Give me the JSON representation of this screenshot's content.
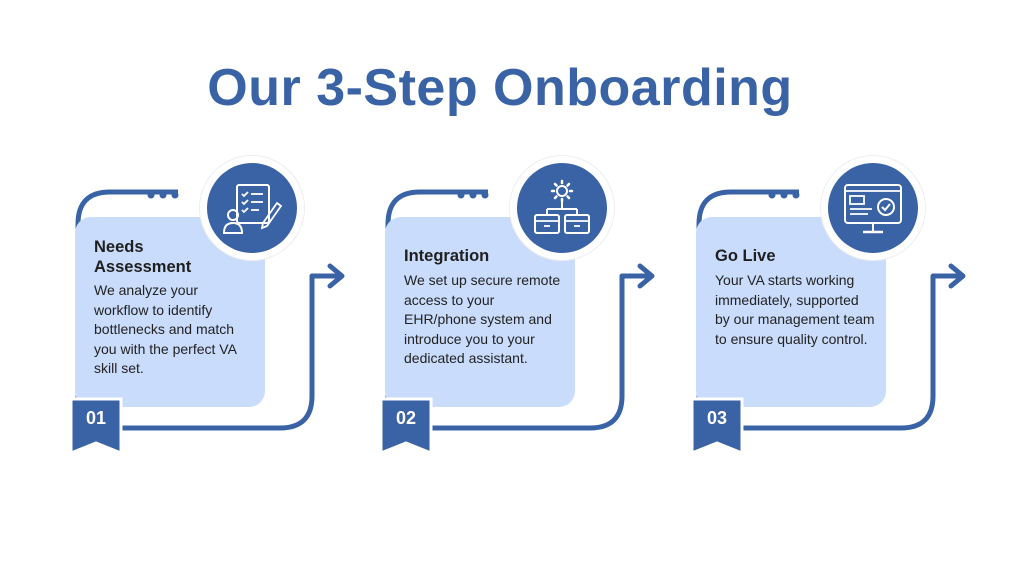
{
  "title": "Our 3-Step Onboarding",
  "colors": {
    "primary": "#3a63a6",
    "card": "#c9dcfb",
    "text": "#1f1f1f"
  },
  "steps": [
    {
      "number": "01",
      "title": "Needs Assessment",
      "text": "We analyze your workflow to identify bottlenecks and match you with the perfect VA skill set.",
      "icon": "checklist-person-icon"
    },
    {
      "number": "02",
      "title": "Integration",
      "text": "We set up secure remote access to your EHR/phone system and introduce you to your dedicated assistant.",
      "icon": "gear-network-icon"
    },
    {
      "number": "03",
      "title": "Go Live",
      "text": "Your VA starts working immediately, supported by our management team to ensure quality control.",
      "icon": "monitor-check-icon"
    }
  ]
}
